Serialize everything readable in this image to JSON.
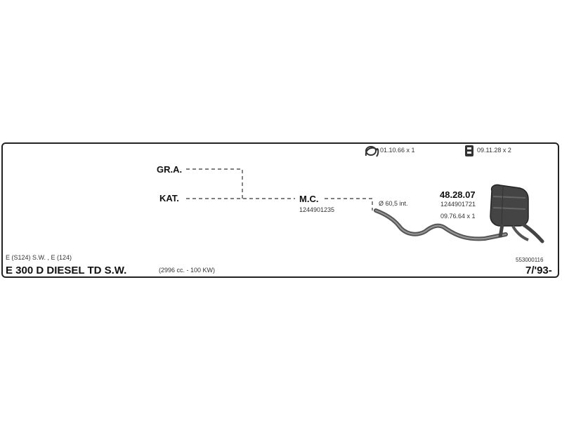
{
  "header": {
    "clamp_part": "01.10.66 x 1",
    "hanger_part": "09.11.28 x 2"
  },
  "sections": {
    "gra": "GR.A.",
    "kat": "KAT.",
    "mc": "M.C.",
    "mc_oem": "1244901235"
  },
  "muffler": {
    "part_no": "48.28.07",
    "oem": "1244901721",
    "fitting": "09.76.64 x 1",
    "diameter": "Ø 60,5 int."
  },
  "vehicle": {
    "models": "E (S124) S.W. , E (124)",
    "name": "E 300 D DIESEL TD S.W.",
    "engine": "(2996 cc. - 100 KW)",
    "code": "553000116",
    "date": "7/'93-"
  },
  "icons": {
    "clamp": "clamp-icon",
    "hanger": "hanger-icon"
  }
}
